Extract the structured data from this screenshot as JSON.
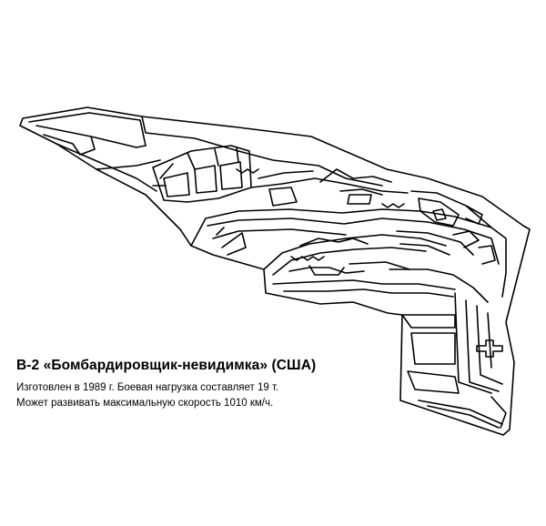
{
  "caption": {
    "title": "B-2 «Бомбардировщик-невидимка» (США)",
    "line1": "Изготовлен в 1989 г. Боевая нагрузка составляет 19 т.",
    "line2": "Может развивать максимальную скорость 1010 км/ч."
  }
}
